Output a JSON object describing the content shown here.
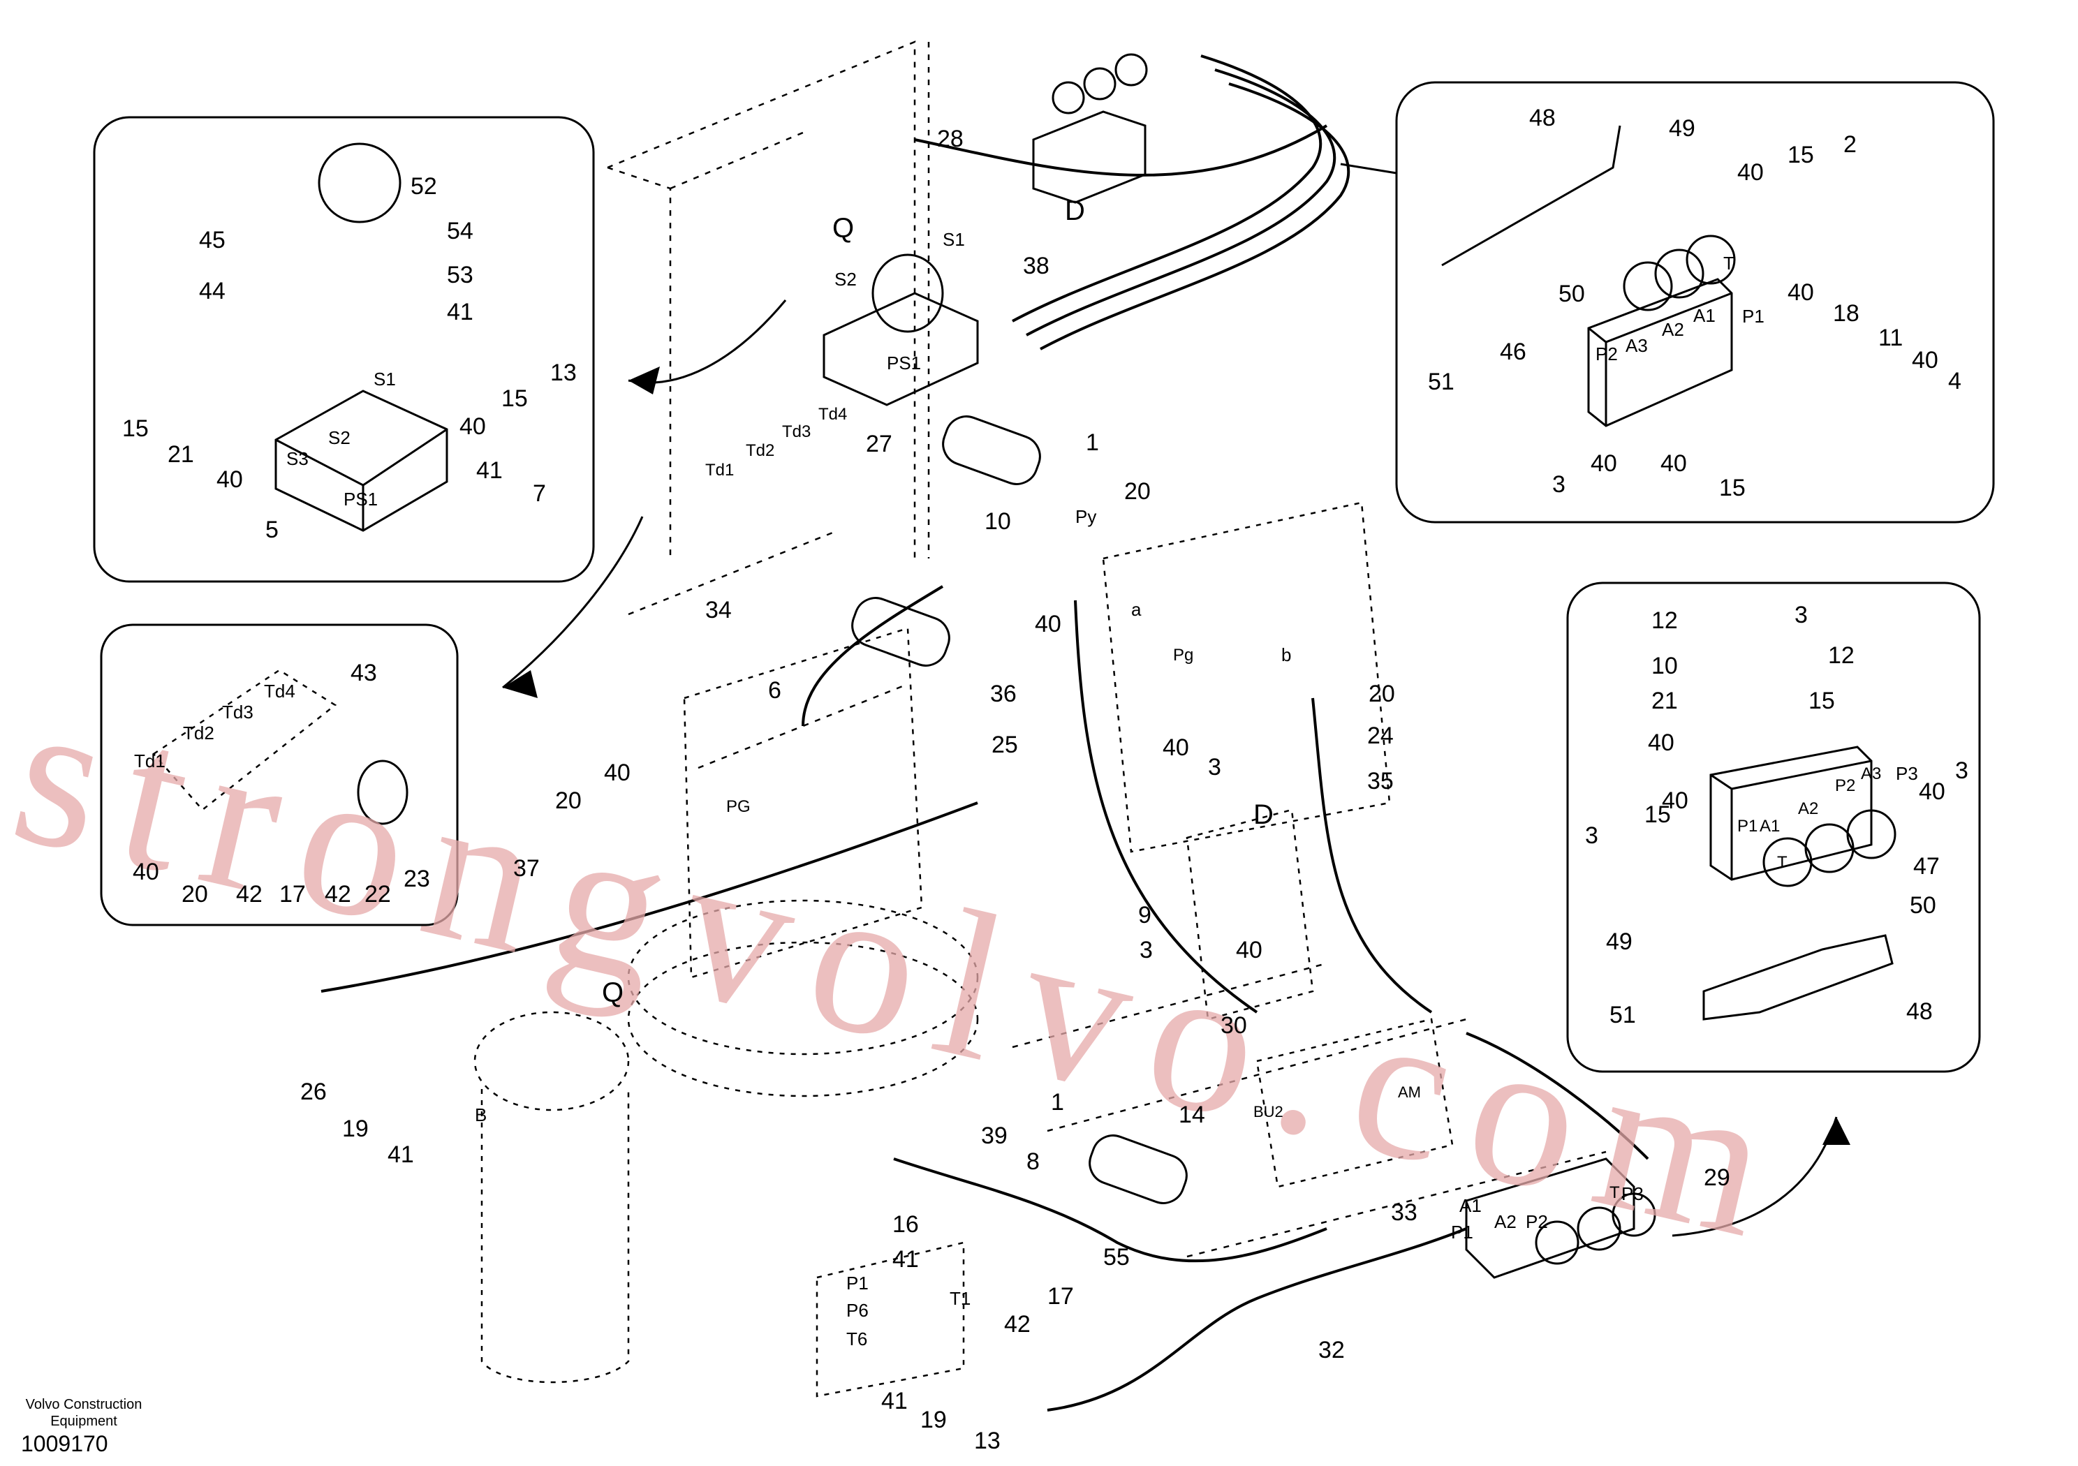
{
  "watermark": "strongvolvo.com",
  "footer": {
    "company_line1": "Volvo Construction",
    "company_line2": "Equipment",
    "drawing_number": "1009170"
  },
  "insets": {
    "inset_a": {
      "labels": [
        "52",
        "45",
        "54",
        "53",
        "44",
        "41",
        "15",
        "13",
        "21",
        "40",
        "15",
        "40",
        "5",
        "41",
        "7"
      ],
      "ports": [
        "S1",
        "S2",
        "S3",
        "PS1"
      ]
    },
    "inset_b": {
      "labels": [
        "43",
        "40",
        "20",
        "42",
        "17",
        "42",
        "22",
        "23"
      ],
      "ports": [
        "Td1",
        "Td2",
        "Td3",
        "Td4"
      ]
    },
    "inset_c": {
      "labels": [
        "48",
        "49",
        "40",
        "15",
        "2",
        "51",
        "46",
        "50",
        "40",
        "18",
        "11",
        "40",
        "4",
        "3",
        "40",
        "40",
        "15"
      ],
      "ports": [
        "P2",
        "A3",
        "A2",
        "A1",
        "P1",
        "T"
      ]
    },
    "inset_d": {
      "labels": [
        "12",
        "3",
        "10",
        "12",
        "21",
        "15",
        "40",
        "3",
        "40",
        "3",
        "15",
        "40",
        "47",
        "49",
        "50",
        "51",
        "48"
      ],
      "ports": [
        "P3",
        "A3",
        "P2",
        "A2",
        "A1",
        "P1",
        "T"
      ]
    }
  },
  "main_labels": [
    "28",
    "38",
    "27",
    "34",
    "1",
    "10",
    "20",
    "40",
    "6",
    "36",
    "25",
    "40",
    "3",
    "20",
    "24",
    "35",
    "20",
    "40",
    "37",
    "26",
    "19",
    "41",
    "9",
    "3",
    "40",
    "30",
    "14",
    "1",
    "39",
    "8",
    "55",
    "16",
    "41",
    "17",
    "42",
    "19",
    "41",
    "13",
    "33",
    "32",
    "29"
  ],
  "port_labels": [
    "Q",
    "D",
    "S1",
    "S2",
    "PS1",
    "Td1",
    "Td2",
    "Td3",
    "Td4",
    "Py",
    "a",
    "b",
    "Pg",
    "PG",
    "D",
    "B",
    "Q",
    "BU2",
    "AM",
    "A1",
    "A2",
    "P1",
    "P2",
    "P3",
    "T",
    "P1",
    "P6",
    "T1",
    "T6"
  ]
}
